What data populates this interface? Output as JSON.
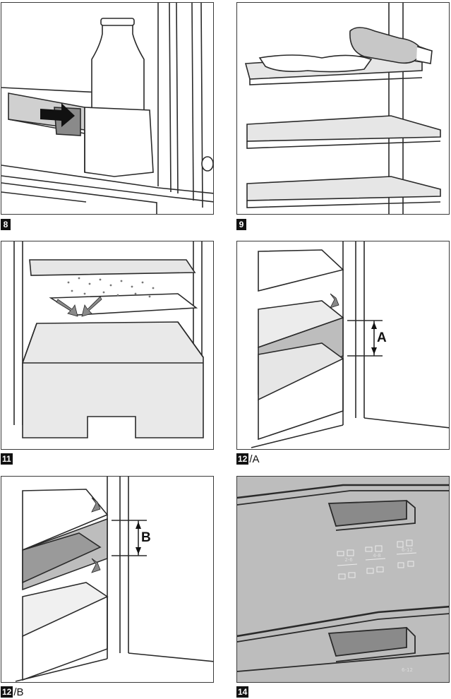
{
  "figures": [
    {
      "id": "fig8",
      "number": "8",
      "suffix": ""
    },
    {
      "id": "fig9",
      "number": "9",
      "suffix": ""
    },
    {
      "id": "fig11",
      "number": "11",
      "suffix": ""
    },
    {
      "id": "fig12a",
      "number": "12",
      "suffix": "/A"
    },
    {
      "id": "fig12b",
      "number": "12",
      "suffix": "/B"
    },
    {
      "id": "fig14",
      "number": "14",
      "suffix": ""
    }
  ],
  "dimension_labels": {
    "a": "A",
    "b": "B"
  },
  "control_panel": {
    "range1": "2-6",
    "range2": "4-8",
    "range3": "6-12"
  },
  "colors": {
    "line": "#2a2a2a",
    "gray_panel": "#bdbdbd",
    "dark_gray": "#8a8a8a"
  }
}
